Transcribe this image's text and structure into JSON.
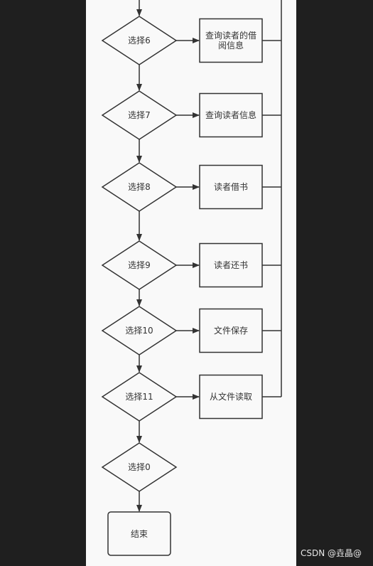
{
  "decisions": [
    {
      "id": "d6",
      "label": "选择6"
    },
    {
      "id": "d7",
      "label": "选择7"
    },
    {
      "id": "d8",
      "label": "选择8"
    },
    {
      "id": "d9",
      "label": "选择9"
    },
    {
      "id": "d10",
      "label": "选择10"
    },
    {
      "id": "d11",
      "label": "选择11"
    },
    {
      "id": "d0",
      "label": "选择0"
    }
  ],
  "processes": [
    {
      "id": "p6",
      "label": "查询读者的借阅信息"
    },
    {
      "id": "p7",
      "label": "查询读者信息"
    },
    {
      "id": "p8",
      "label": "读者借书"
    },
    {
      "id": "p9",
      "label": "读者还书"
    },
    {
      "id": "p10",
      "label": "文件保存"
    },
    {
      "id": "p11",
      "label": "从文件读取"
    }
  ],
  "terminal": {
    "label": "结束"
  },
  "watermark": "CSDN @垚晶@",
  "colors": {
    "stroke": "#333333",
    "canvas": "#f9f9f9",
    "background": "#1f1f1f"
  }
}
